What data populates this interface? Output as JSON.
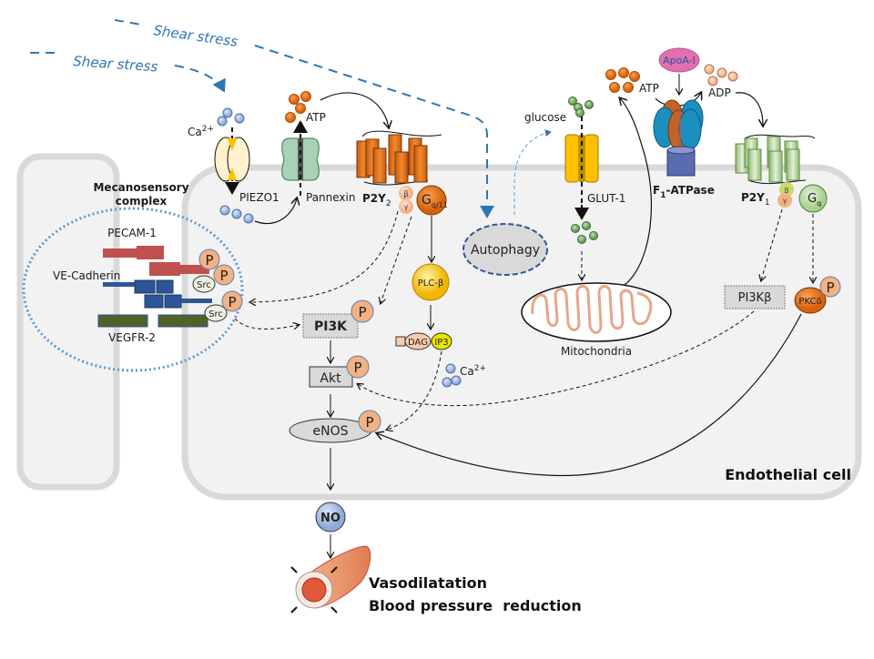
{
  "shear_stress": [
    "Shear stress",
    "Shear stress"
  ],
  "ions": {
    "ca": "Ca",
    "ca_sup": "2+"
  },
  "channels": {
    "piezo1": "PIEZO1",
    "pannexin": "Pannexin",
    "glut1": "GLUT-1",
    "f1_atpase": "F",
    "f1_sub": "1",
    "f1_rest": "-ATPase"
  },
  "metabolites": {
    "atp_left": "ATP",
    "atp_right": "ATP",
    "adp": "ADP",
    "glucose": "glucose",
    "apoa1": "ApoA-I"
  },
  "receptors": {
    "p2y2": "P2Y",
    "p2y2_sub": "2",
    "p2y1": "P2Y",
    "p2y1_sub": "1",
    "beta": "β",
    "gamma": "γ",
    "gq11": "G",
    "gq11_sub": "q/11",
    "gq": "G",
    "gq_sub": "q"
  },
  "mecano": {
    "title_line1": "Mecanosensory",
    "title_line2": "complex",
    "pecam": "PECAM-1",
    "vecad": "VE-Cadherin",
    "vegfr": "VEGFR-2",
    "src": "Src",
    "p": "P"
  },
  "signaling": {
    "plc": "PLC-β",
    "dag": "DAG",
    "ip3": "IP3",
    "pi3k": "PI3K",
    "akt": "Akt",
    "enos": "eNOS",
    "pi3kb": "PI3Kβ",
    "pkcd": "PKCδ",
    "p": "P",
    "autophagy": "Autophagy",
    "mitochondria": "Mitochondria",
    "no": "NO"
  },
  "cell_label": "Endothelial cell",
  "outcomes": [
    "Vasodilatation",
    "Blood pressure  reduction"
  ],
  "colors": {
    "shear_blue": "#2f75b6",
    "p2y2_orange": "#e36c0a",
    "p2y1_green": "#a9d18e",
    "phospho": "#f4b183",
    "pecam_red": "#c0504d",
    "vecad_blue": "#2e5597",
    "vegfr_green": "#4f6228",
    "cell_bg": "#f2f2f2",
    "membrane": "#d9d9d9"
  }
}
